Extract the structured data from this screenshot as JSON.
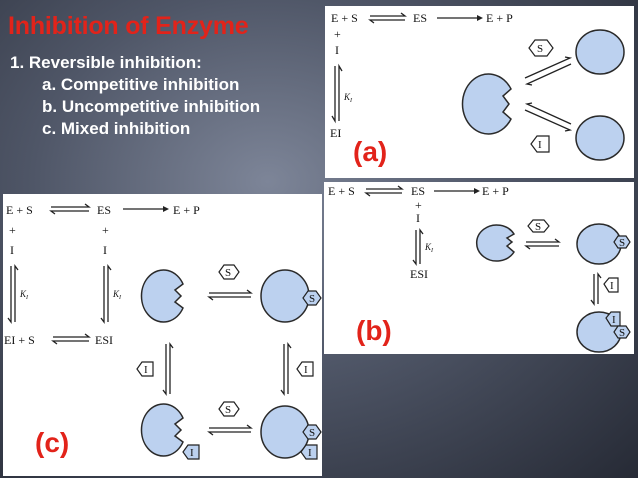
{
  "title": "Inhibition of Enzyme",
  "list": {
    "item1": "1.  Reversible inhibition:",
    "a": "a. Competitive inhibition",
    "b": "b. Uncompetitive inhibition",
    "c": "c. Mixed inhibition"
  },
  "panels": {
    "a": {
      "label": "(a)",
      "eq_es": "E + S",
      "eq_es2": "ES",
      "eq_ep": "E + P",
      "plus": "+",
      "inhibitor": "I",
      "k": "K",
      "k_sub": "I",
      "ei": "EI",
      "s": "S",
      "i": "I"
    },
    "b": {
      "label": "(b)",
      "eq_es": "E + S",
      "eq_es2": "ES",
      "eq_ep": "E + P",
      "plus": "+",
      "inhibitor": "I",
      "k": "K",
      "k_sub": "I",
      "esi": "ESI",
      "s": "S",
      "i": "I"
    },
    "c": {
      "label": "(c)",
      "eq_es": "E + S",
      "eq_es2": "ES",
      "eq_ep": "E + P",
      "plus": "+",
      "inhibitor": "I",
      "k": "K",
      "k_sub": "I",
      "ei_s": "EI + S",
      "esi": "ESI",
      "s": "S",
      "i": "I"
    }
  },
  "colors": {
    "title": "#e2231a",
    "enzyme": "#bcd1ef"
  }
}
